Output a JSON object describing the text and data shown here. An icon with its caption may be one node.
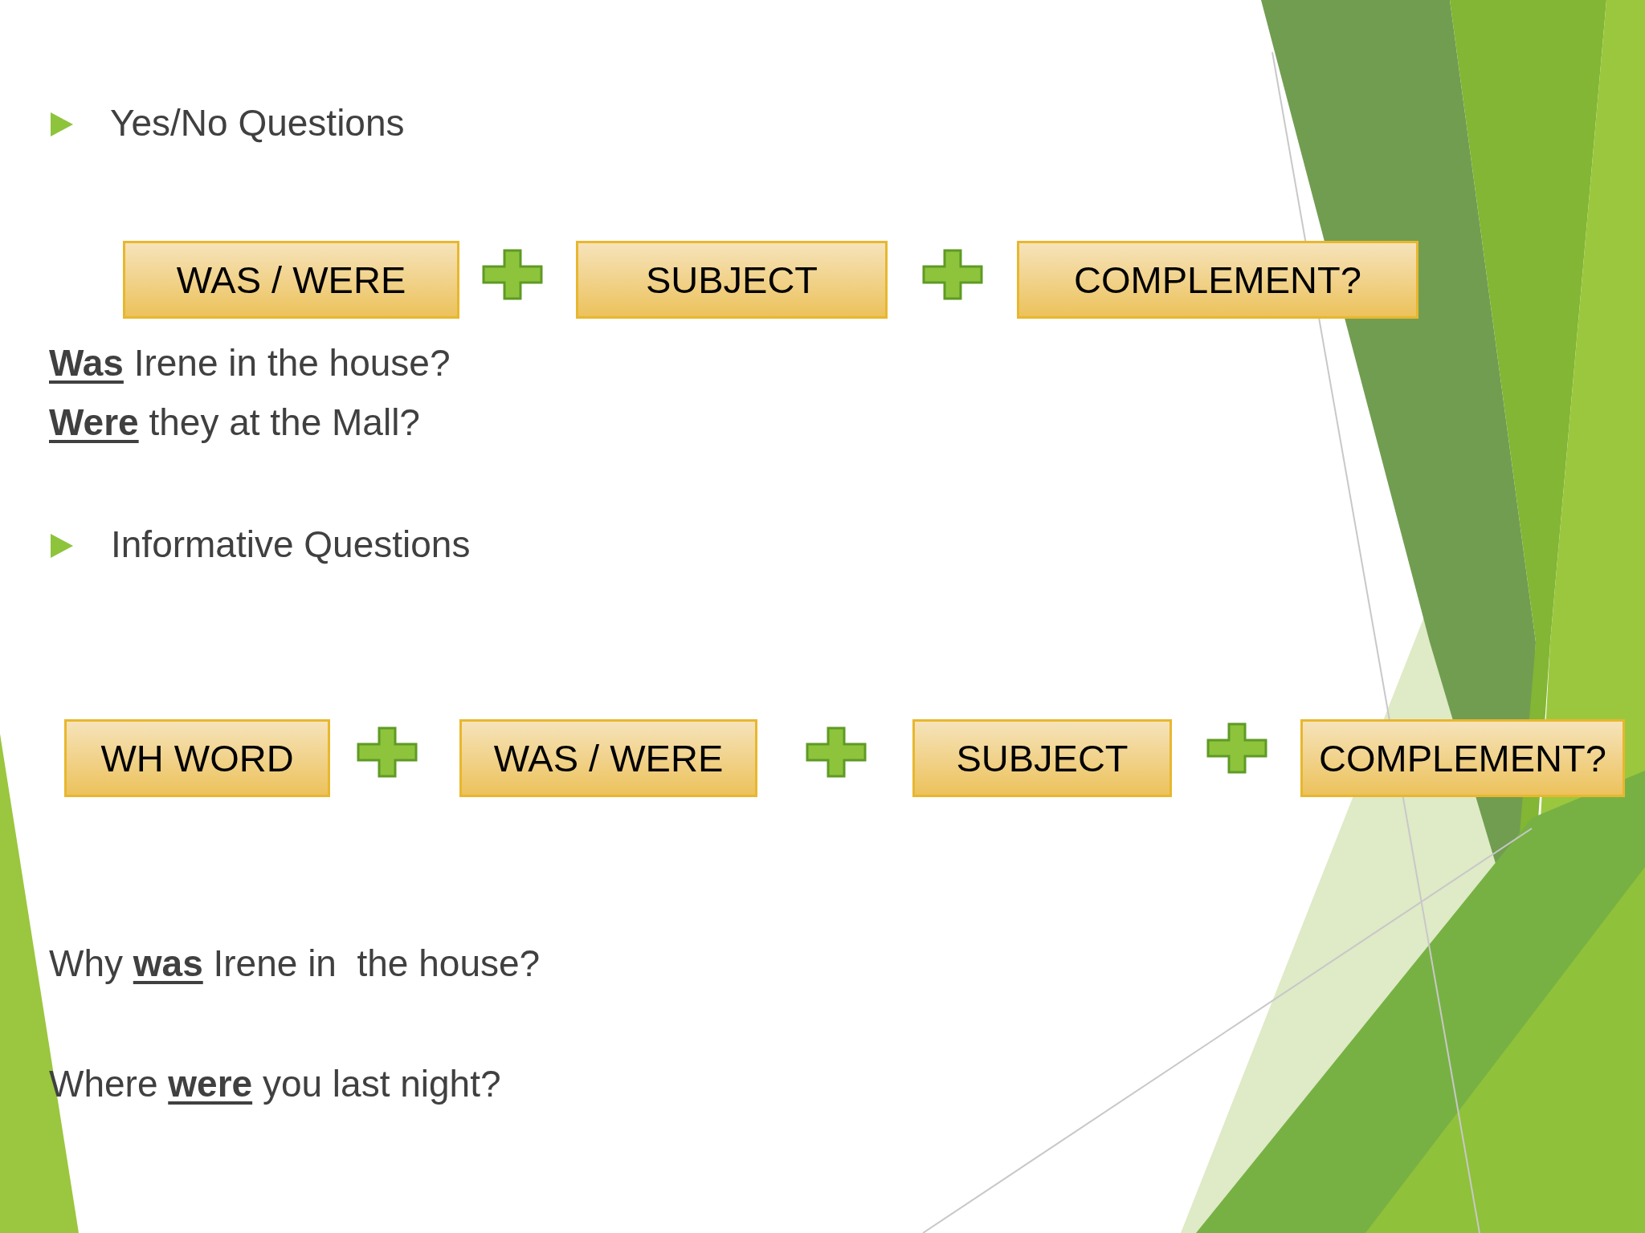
{
  "diagram": {
    "nodes": [
      {
        "text": [
          "WAS / WERE"
        ]
      },
      {
        "text": [
          "SUBJECT"
        ]
      },
      {
        "text": [
          "COMPLEMENT?"
        ]
      },
      {
        "text": [
          "WH WORD"
        ]
      },
      {
        "text": [
          "WAS / WERE"
        ]
      },
      {
        "text": [
          "SUBJECT"
        ]
      },
      {
        "text": [
          "COMPLEMENT?"
        ]
      }
    ],
    "edges": [],
    "labels": [
      "Yes/No Questions",
      "**Was** Irene in the house?",
      "**Were** they at the Mall?",
      "Informative Questions",
      "Why **was** Irene in  the house?",
      "Where **were** you last night?"
    ]
  }
}
